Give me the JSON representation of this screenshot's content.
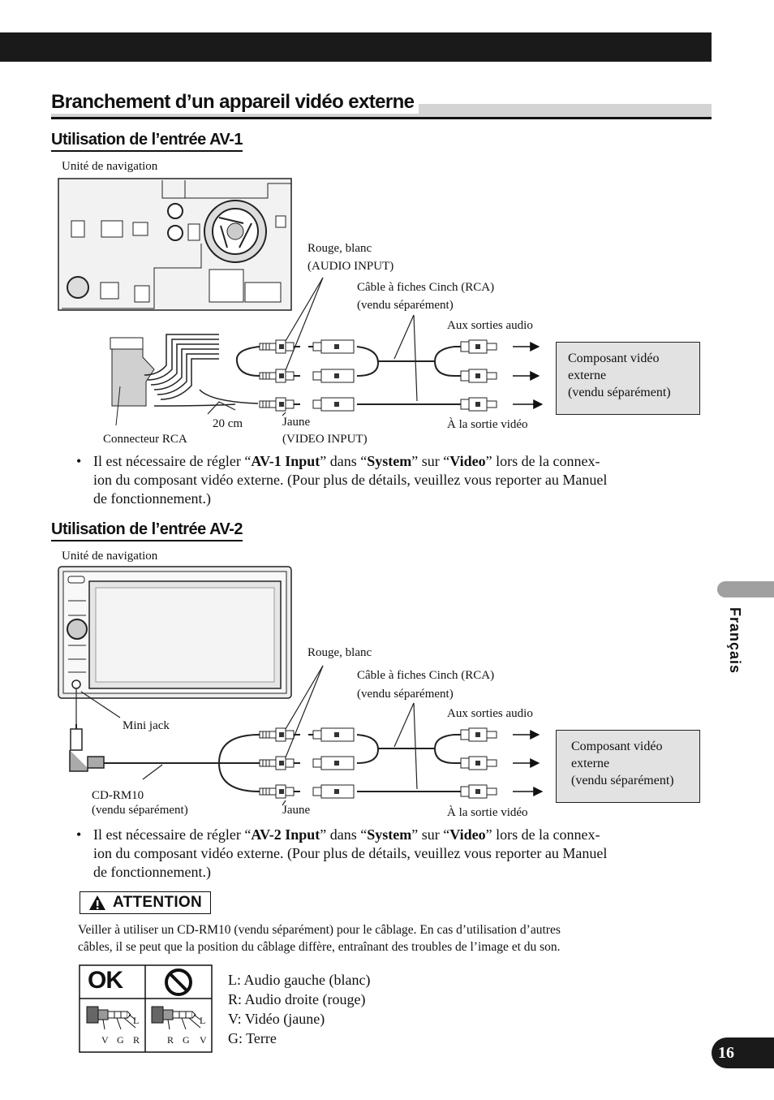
{
  "section_title": "Branchement d’un appareil vidéo externe",
  "av1": {
    "heading": "Utilisation de l’entrée AV-1",
    "nav_unit": "Unité de navigation",
    "label_audio": "Rouge, blanc",
    "label_audio_input": "(AUDIO INPUT)",
    "label_cable": "Câble à fiches Cinch (RCA)",
    "label_cable_sold": "(vendu séparément)",
    "label_audio_out": "Aux sorties audio",
    "label_video_out": "À la sortie vidéo",
    "label_20cm": "20 cm",
    "label_yellow": "Jaune",
    "label_video_input": "(VIDEO INPUT)",
    "label_rca_connector": "Connecteur RCA",
    "component_box": [
      "Composant vidéo",
      "externe",
      "(vendu séparément)"
    ],
    "note": {
      "bullet": "•",
      "t1": "Il est nécessaire de régler “",
      "b1": "AV-1 Input",
      "t2": "” dans “",
      "b2": "System",
      "t3": "” sur “",
      "b3": "Video",
      "t4": "” lors de la connex-",
      "line2": "ion du composant vidéo externe. (Pour plus de détails, veuillez vous reporter au Manuel",
      "line3": "de fonctionnement.)"
    }
  },
  "av2": {
    "heading": "Utilisation de l’entrée AV-2",
    "nav_unit": "Unité de navigation",
    "label_audio": "Rouge, blanc",
    "label_cable": "Câble à fiches Cinch (RCA)",
    "label_cable_sold": "(vendu séparément)",
    "label_audio_out": "Aux sorties audio",
    "label_video_out": "À la sortie vidéo",
    "label_mini_jack": "Mini jack",
    "label_cdrm10": "CD-RM10",
    "label_cdrm10_sold": "(vendu séparément)",
    "label_yellow": "Jaune",
    "component_box": [
      "Composant vidéo",
      "externe",
      "(vendu séparément)"
    ],
    "note": {
      "bullet": "•",
      "t1": "Il est nécessaire de régler “",
      "b1": "AV-2 Input",
      "t2": "” dans “",
      "b2": "System",
      "t3": "” sur “",
      "b3": "Video",
      "t4": "” lors de la connex-",
      "line2": "ion du composant vidéo externe. (Pour plus de détails, veuillez vous reporter au Manuel",
      "line3": "de fonctionnement.)"
    }
  },
  "attention": {
    "label": "ATTENTION",
    "text1": "Veiller à utiliser un CD-RM10 (vendu séparément) pour le câblage. En cas d’utilisation d’autres",
    "text2": "câbles, il se peut que la position du câblage diffère, entraînant des troubles de l’image et du son."
  },
  "plug_table": {
    "ok_label": "OK",
    "ok_letters": {
      "l": "L",
      "a": "V",
      "b": "G",
      "c": "R"
    },
    "ng_letters": {
      "l": "L",
      "a": "R",
      "b": "G",
      "c": "V"
    }
  },
  "legend": [
    "L: Audio gauche (blanc)",
    "R: Audio droite (rouge)",
    "V: Vidéo (jaune)",
    "G: Terre"
  ],
  "language_tab": "Français",
  "page_number": "16"
}
